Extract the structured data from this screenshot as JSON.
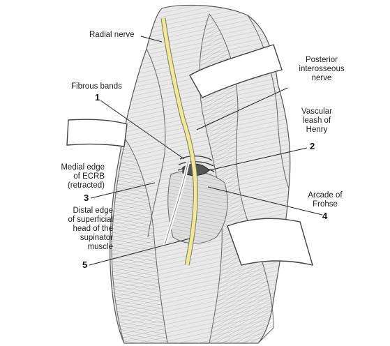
{
  "labels": {
    "radial_nerve": "Radial nerve",
    "fibrous_bands": "Fibrous bands",
    "pin": [
      "Posterior",
      "interosseous",
      "nerve"
    ],
    "vascular_leash": [
      "Vascular",
      "leash of",
      "Henry"
    ],
    "medial_edge": [
      "Medial edge",
      "of ECRB",
      "(retracted)"
    ],
    "arcade": [
      "Arcade of",
      "Frohse"
    ],
    "distal_edge": [
      "Distal edge",
      "of superficial",
      "head of the",
      "supinator",
      "muscle"
    ]
  },
  "numbers": {
    "n1": "1",
    "n2": "2",
    "n3": "3",
    "n4": "4",
    "n5": "5"
  },
  "colors": {
    "nerve": "#f2ea8c",
    "muscle_line": "#9a9a9a",
    "shade": "#d4d4d4",
    "leader": "#222222"
  }
}
